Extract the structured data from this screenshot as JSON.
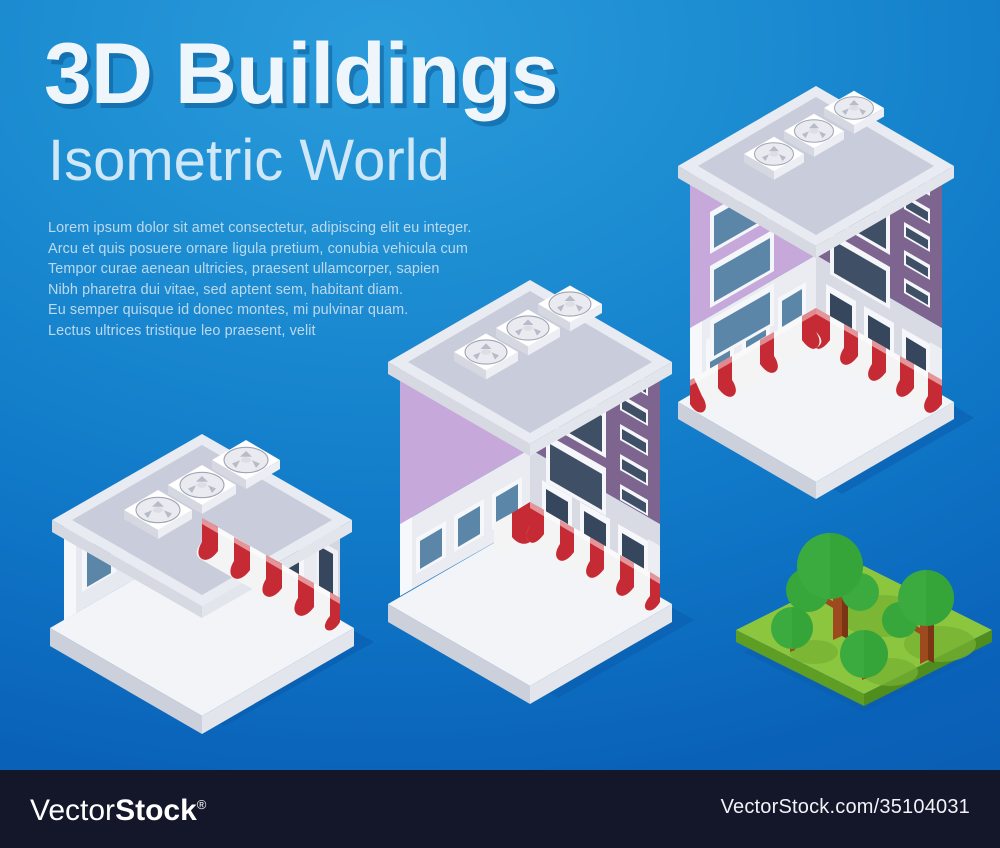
{
  "poster": {
    "title": "3D Buildings",
    "subtitle": "Isometric World",
    "body_lines": [
      "Lorem ipsum dolor sit amet consectetur, adipiscing elit eu integer.",
      "Arcu et quis posuere ornare ligula pretium, conubia vehicula cum",
      "Tempor curae aenean ultricies, praesent ullamcorper, sapien",
      "Nibh pharetra dui vitae, sed aptent sem, habitant diam.",
      "Eu semper quisque id donec montes, mi pulvinar quam.",
      "Lectus ultrices tristique leo praesent, velit"
    ]
  },
  "colors": {
    "bg_top": "#2a9bdb",
    "bg_bottom": "#0a62b8",
    "title_text": "#eef6fb",
    "subtitle_text": "#cfe7f6",
    "body_text": "#bcd9ee",
    "awning_red": "#c62b35",
    "awning_white": "#f4f4f4",
    "tower_left": "#c6a9da",
    "tower_right": "#7d6590",
    "roof_top": "#c9ccda",
    "base_white": "#eef0f5",
    "window_blue": "#5b86a8",
    "window_dark": "#36465c",
    "grass_top": "#8cc63f",
    "tree_green": "#2f9e33",
    "trunk_brown": "#9c4a1e",
    "footer_bg": "#14162a"
  },
  "scene": {
    "items": [
      {
        "id": "bld-small",
        "name": "small-shop-building",
        "ac_units": 3,
        "stories": 1
      },
      {
        "id": "bld-medium",
        "name": "medium-tower-building",
        "ac_units": 3,
        "stories": 3
      },
      {
        "id": "bld-tall",
        "name": "tall-tower-building",
        "ac_units": 3,
        "stories": 3
      },
      {
        "id": "park",
        "name": "park-tile",
        "trees": 5
      }
    ]
  },
  "footer": {
    "logo_light": "Vector",
    "logo_bold": "Stock",
    "logo_registered": "®",
    "url": "VectorStock.com/35104031"
  }
}
